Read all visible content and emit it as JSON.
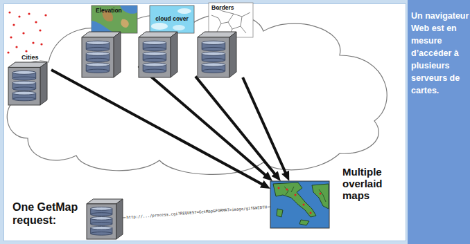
{
  "diagram": {
    "nodes": [
      {
        "text": [
          "Cities"
        ]
      },
      {
        "text": [
          "Elevation"
        ]
      },
      {
        "text": [
          "cloud cover"
        ]
      },
      {
        "text": [
          "Borders"
        ]
      },
      {
        "text": [
          "Multiple overlaid maps"
        ]
      },
      {
        "text": [
          "One GetMap request:"
        ]
      }
    ],
    "edges": [
      {
        "from": 0,
        "to": 4,
        "arrow": "to"
      },
      {
        "from": 1,
        "to": 4,
        "arrow": "to"
      },
      {
        "from": 2,
        "to": 4,
        "arrow": "to"
      },
      {
        "from": 3,
        "to": 4,
        "arrow": "to"
      },
      {
        "from": 5,
        "to": 4,
        "label": "http://.../process.cgi?REQUEST=GetMap&FORMAT=image/gif&WIDTH",
        "arrow": "none"
      }
    ],
    "labels": [
      "Un navigateur Web est en mesure d’accéder à plusieurs serveurs de cartes."
    ]
  }
}
